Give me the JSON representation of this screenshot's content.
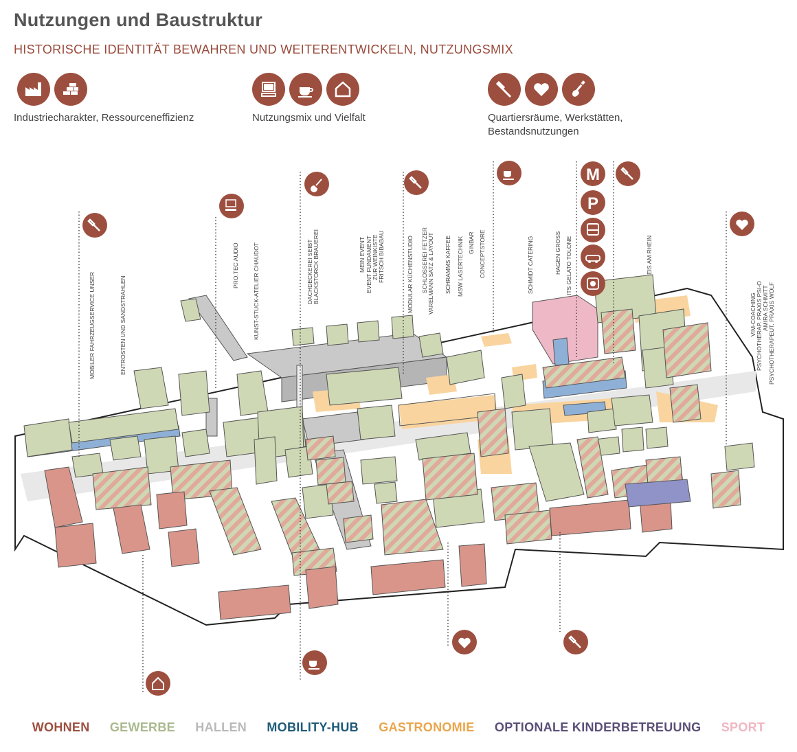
{
  "header": {
    "title": "Nutzungen und Baustruktur",
    "subtitle": "HISTORISCHE IDENTITÄT BEWAHREN UND WEITERENTWICKELN, NUTZUNGSMIX"
  },
  "icon_groups": [
    {
      "caption": "Industriecharakter, Ressourceneffizienz",
      "icons": [
        "factory-icon",
        "bricks-icon"
      ]
    },
    {
      "caption": "Nutzungsmix und Vielfalt",
      "icons": [
        "computer-icon",
        "coffee-icon",
        "house-icon"
      ]
    },
    {
      "caption_line1": "Quartiersräume, Werkstätten,",
      "caption_line2": "Bestandsnutzungen",
      "icons": [
        "wrench-icon",
        "heart-icon",
        "guitar-icon"
      ]
    }
  ],
  "labels": {
    "mobiler": "MOBILER FAHRZEUGSERVICE UNSER",
    "entrosten": "ENTROSTEN UND SANDSTRAHLEN",
    "protec": "PRO.TEC AUDIO",
    "kunst": "KUNST-STUCK-ATELIER CHAUDOT",
    "dach1": "DACHDECKEREI SEIBT",
    "dach2": "BLACKSTORCK BRAUEREI",
    "event1": "MEIN EVENT",
    "event2": "EVENT FUNDAMENT",
    "event3": "ZUR WEINKISTE",
    "event4": "FRITSCH BIBABAU",
    "modular": "MODULAR KÜCHENSTUDIO",
    "schloss1": "SCHLOSSEREI FETZER",
    "schloss2": "VARELMANN SATZ & LAYOUT",
    "schramms": "SCHRAMMS KAFFEE",
    "msw": "MSW LASERTECHNIK",
    "ginbar": "GINBAR",
    "concept": "CONCEPTSTORE",
    "schmidt": "SCHMIDT CATERING",
    "hagen": "HAGEN GROSS",
    "gelato": "ITS GELATO TOLONE",
    "eis": "EIS AM RHEIN",
    "vim1": "VIM-COACHING",
    "vim2": "PSYCHOTHERAP. PRAXIS PSI-O",
    "vim3": "AMIRA SCHMITT",
    "vim4": "PSYCHOTHERAPEUT. PRAXIS WOLF"
  },
  "map_icons": {
    "metro": "M",
    "parking": "P"
  },
  "legend": [
    {
      "label": "WOHNEN",
      "color": "#9d4f3f"
    },
    {
      "label": "GEWERBE",
      "color": "#a9b98e"
    },
    {
      "label": "HALLEN",
      "color": "#b9b9b9"
    },
    {
      "label": "MOBILITY-HUB",
      "color": "#1f5a78"
    },
    {
      "label": "GASTRONOMIE",
      "color": "#e9a54a"
    },
    {
      "label": "OPTIONALE KINDERBETREUUNG",
      "color": "#5b4f78"
    },
    {
      "label": "SPORT",
      "color": "#efb7c2"
    }
  ],
  "colors": {
    "wohnen": "#d9958a",
    "gewerbe": "#ced8b4",
    "hallen": "#c9c9c9",
    "mobility": "#8fb0d6",
    "gastro": "#f9d49f",
    "sport": "#efb8c6",
    "icon_bg": "#9d4f3f"
  }
}
